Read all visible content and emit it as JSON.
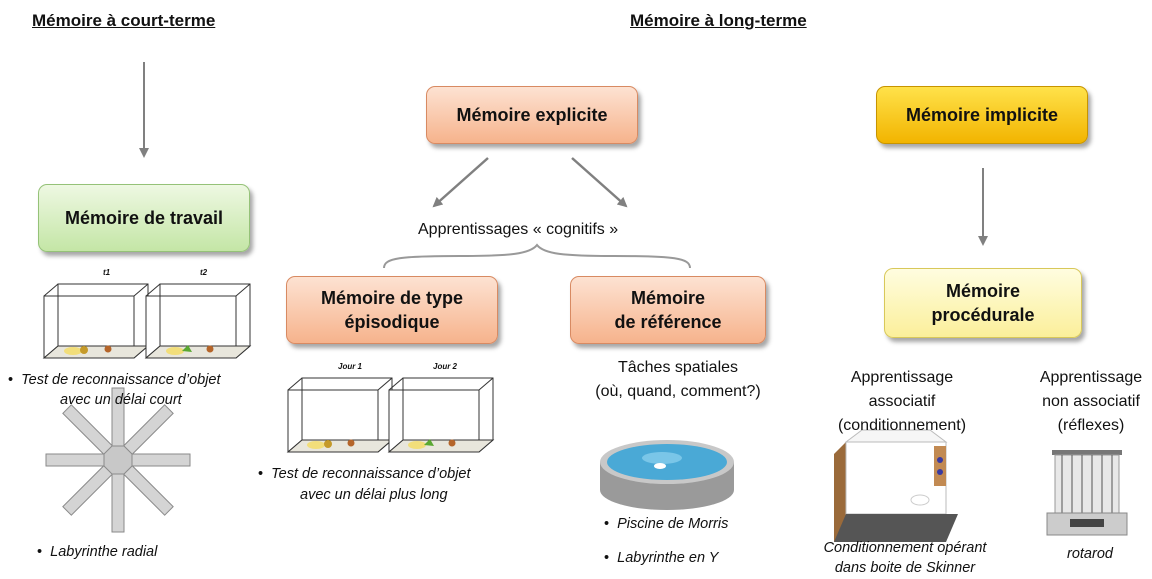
{
  "headers": {
    "short_term": "Mémoire à court-terme",
    "long_term": "Mémoire à long-terme"
  },
  "boxes": {
    "explicit": "Mémoire explicite",
    "implicit": "Mémoire implicite",
    "working": "Mémoire de travail",
    "episodic_line1": "Mémoire de type",
    "episodic_line2": "épisodique",
    "reference_line1": "Mémoire",
    "reference_line2": "de référence",
    "procedural_line1": "Mémoire",
    "procedural_line2": "procédurale"
  },
  "labels": {
    "cognitive": "Apprentissages « cognitifs »",
    "spatial_line1": "Tâches spatiales",
    "spatial_line2": "(où, quand, comment?)",
    "assoc_line1": "Apprentissage",
    "assoc_line2": "associatif",
    "assoc_line3": "(conditionnement)",
    "nonassoc_line1": "Apprentissage",
    "nonassoc_line2": "non associatif",
    "nonassoc_line3": "(réflexes)",
    "t1": "t1",
    "t2": "t2",
    "jour1": "Jour 1",
    "jour2": "Jour 2"
  },
  "tests": {
    "short_line1": "Test de reconnaissance d’objet",
    "short_line2": "avec un délai court",
    "radial": "Labyrinthe radial",
    "long_line1": "Test de reconnaissance d’objet",
    "long_line2": "avec un délai plus long",
    "morris": "Piscine de Morris",
    "ymaze": "Labyrinthe en Y",
    "skinner_line1": "Conditionnement opérant",
    "skinner_line2": "dans boite de Skinner",
    "rotarod": "rotarod"
  },
  "colors": {
    "orange_box": "#f6b38c",
    "green_box": "#c4e6a6",
    "gold_box": "#f2b400",
    "yellow_box": "#fbef9a",
    "arrow": "#808080"
  },
  "icons": [
    "arrow-down-icon",
    "arrow-diagonal-icon",
    "brace-icon",
    "cage-icon",
    "mouse-icon",
    "radial-maze-icon",
    "water-maze-icon",
    "skinner-box-icon",
    "rotarod-icon"
  ]
}
